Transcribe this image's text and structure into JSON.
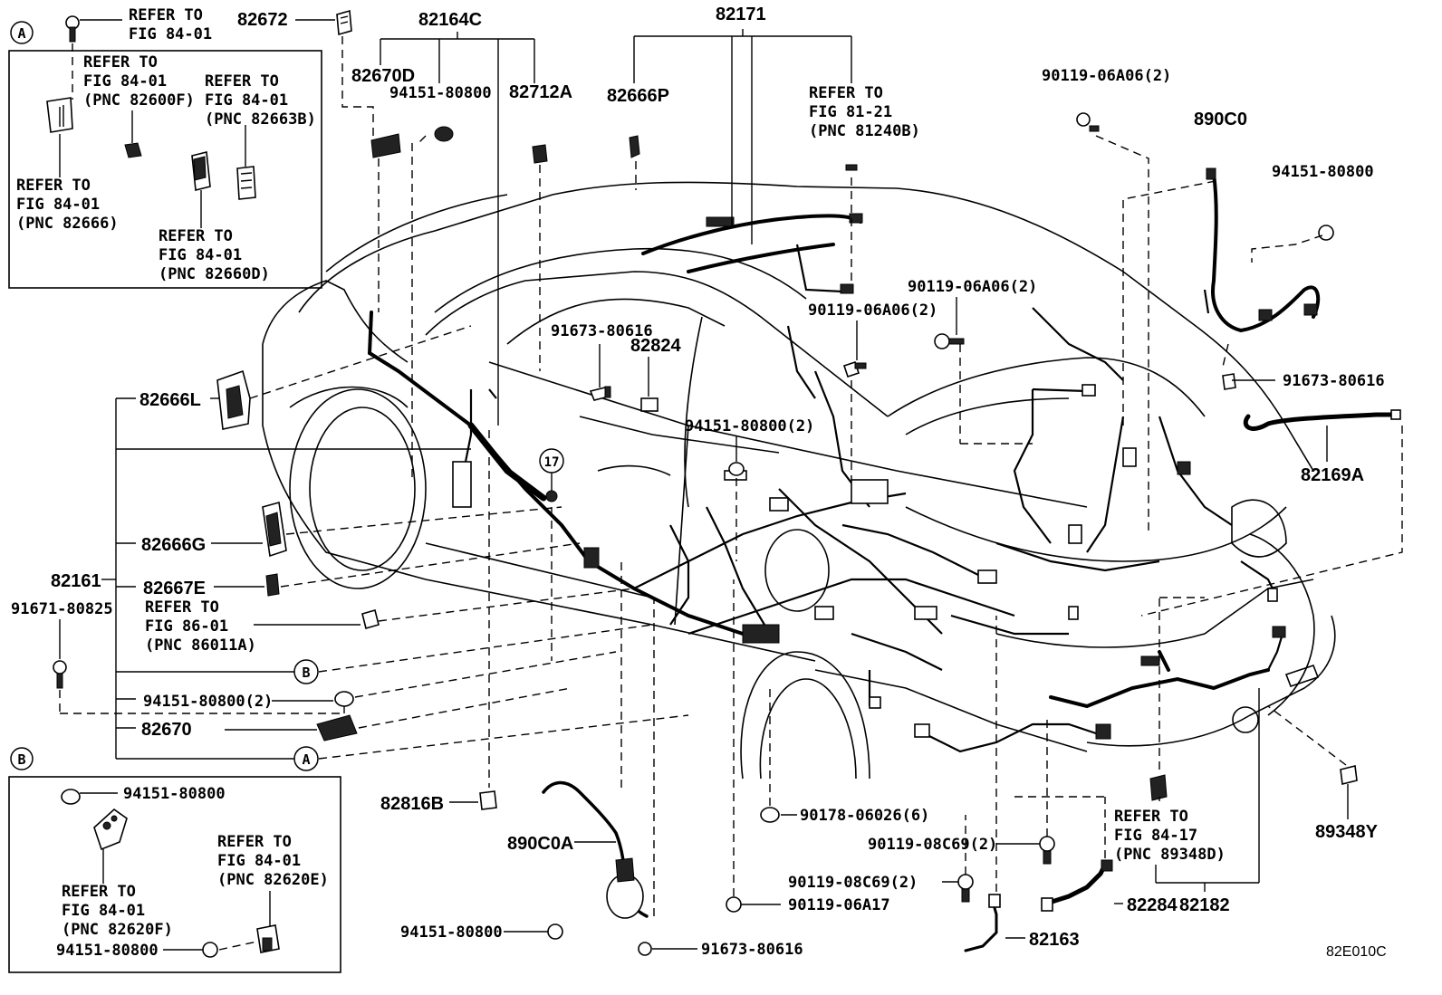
{
  "diagram_code": "82E010C",
  "insets": {
    "A": {
      "marker": "A",
      "callouts": [
        {
          "id": "refer-84-01-82600f",
          "lines": [
            "REFER TO",
            "FIG 84-01",
            "(PNC 82600F)"
          ]
        },
        {
          "id": "refer-84-01-82663b",
          "lines": [
            "REFER TO",
            "FIG 84-01",
            "(PNC 82663B)"
          ]
        },
        {
          "id": "refer-84-01-82666",
          "lines": [
            "REFER TO",
            "FIG 84-01",
            "(PNC 82666)"
          ]
        },
        {
          "id": "refer-84-01-82660d",
          "lines": [
            "REFER TO",
            "FIG 84-01",
            "(PNC 82660D)"
          ]
        }
      ]
    },
    "B": {
      "marker": "B",
      "callouts": [
        {
          "id": "b-94151-top",
          "lines": [
            "94151-80800"
          ]
        },
        {
          "id": "refer-84-01-82620e",
          "lines": [
            "REFER TO",
            "FIG 84-01",
            "(PNC 82620E)"
          ]
        },
        {
          "id": "refer-84-01-82620f",
          "lines": [
            "REFER TO",
            "FIG 84-01",
            "(PNC 82620F)"
          ]
        },
        {
          "id": "b-94151-bottom",
          "lines": [
            "94151-80800"
          ]
        }
      ]
    }
  },
  "top_refer": {
    "lines": [
      "REFER TO",
      "FIG 84-01"
    ]
  },
  "roof_refer": {
    "lines": [
      "REFER TO",
      "FIG 81-21",
      "(PNC 81240B)"
    ]
  },
  "left_refer": {
    "lines": [
      "REFER TO",
      "FIG 86-01",
      "(PNC 86011A)"
    ]
  },
  "rear_refer": {
    "lines": [
      "REFER TO",
      "FIG 84-17",
      "(PNC 89348D)"
    ]
  },
  "part_numbers": {
    "p82672": "82672",
    "p82164c": "82164C",
    "p82171": "82171",
    "p82670d": "82670D",
    "p94151_80800_a": "94151-80800",
    "p82712a": "82712A",
    "p82666p": "82666P",
    "p90119_06a06_2_a": "90119-06A06(2)",
    "p890c0": "890C0",
    "p94151_80800_b": "94151-80800",
    "p91673_80616_a": "91673-80616",
    "p82824": "82824",
    "p90119_06a06_2_b": "90119-06A06(2)",
    "p90119_06a06_2_c": "90119-06A06(2)",
    "p91673_80616_b": "91673-80616",
    "p82666l": "82666L",
    "p94151_80800_2_a": "94151-80800(2)",
    "p82169a": "82169A",
    "p17": "17",
    "p82666g": "82666G",
    "p82161": "82161",
    "p82667e": "82667E",
    "p91671_80825": "91671-80825",
    "p94151_80800_2_b": "94151-80800(2)",
    "p82670": "82670",
    "p82816b": "82816B",
    "p890c0a": "890C0A",
    "p90178_06026_6": "90178-06026(6)",
    "p90119_08c69_2_a": "90119-08C69(2)",
    "p90119_08c69_2_b": "90119-08C69(2)",
    "p90119_06a17": "90119-06A17",
    "p82284": "82284",
    "p82182": "82182",
    "p89348y": "89348Y",
    "p94151_80800_c": "94151-80800",
    "p82163": "82163",
    "p91673_80616_c": "91673-80616"
  },
  "markers": {
    "a": "A",
    "b": "B"
  }
}
